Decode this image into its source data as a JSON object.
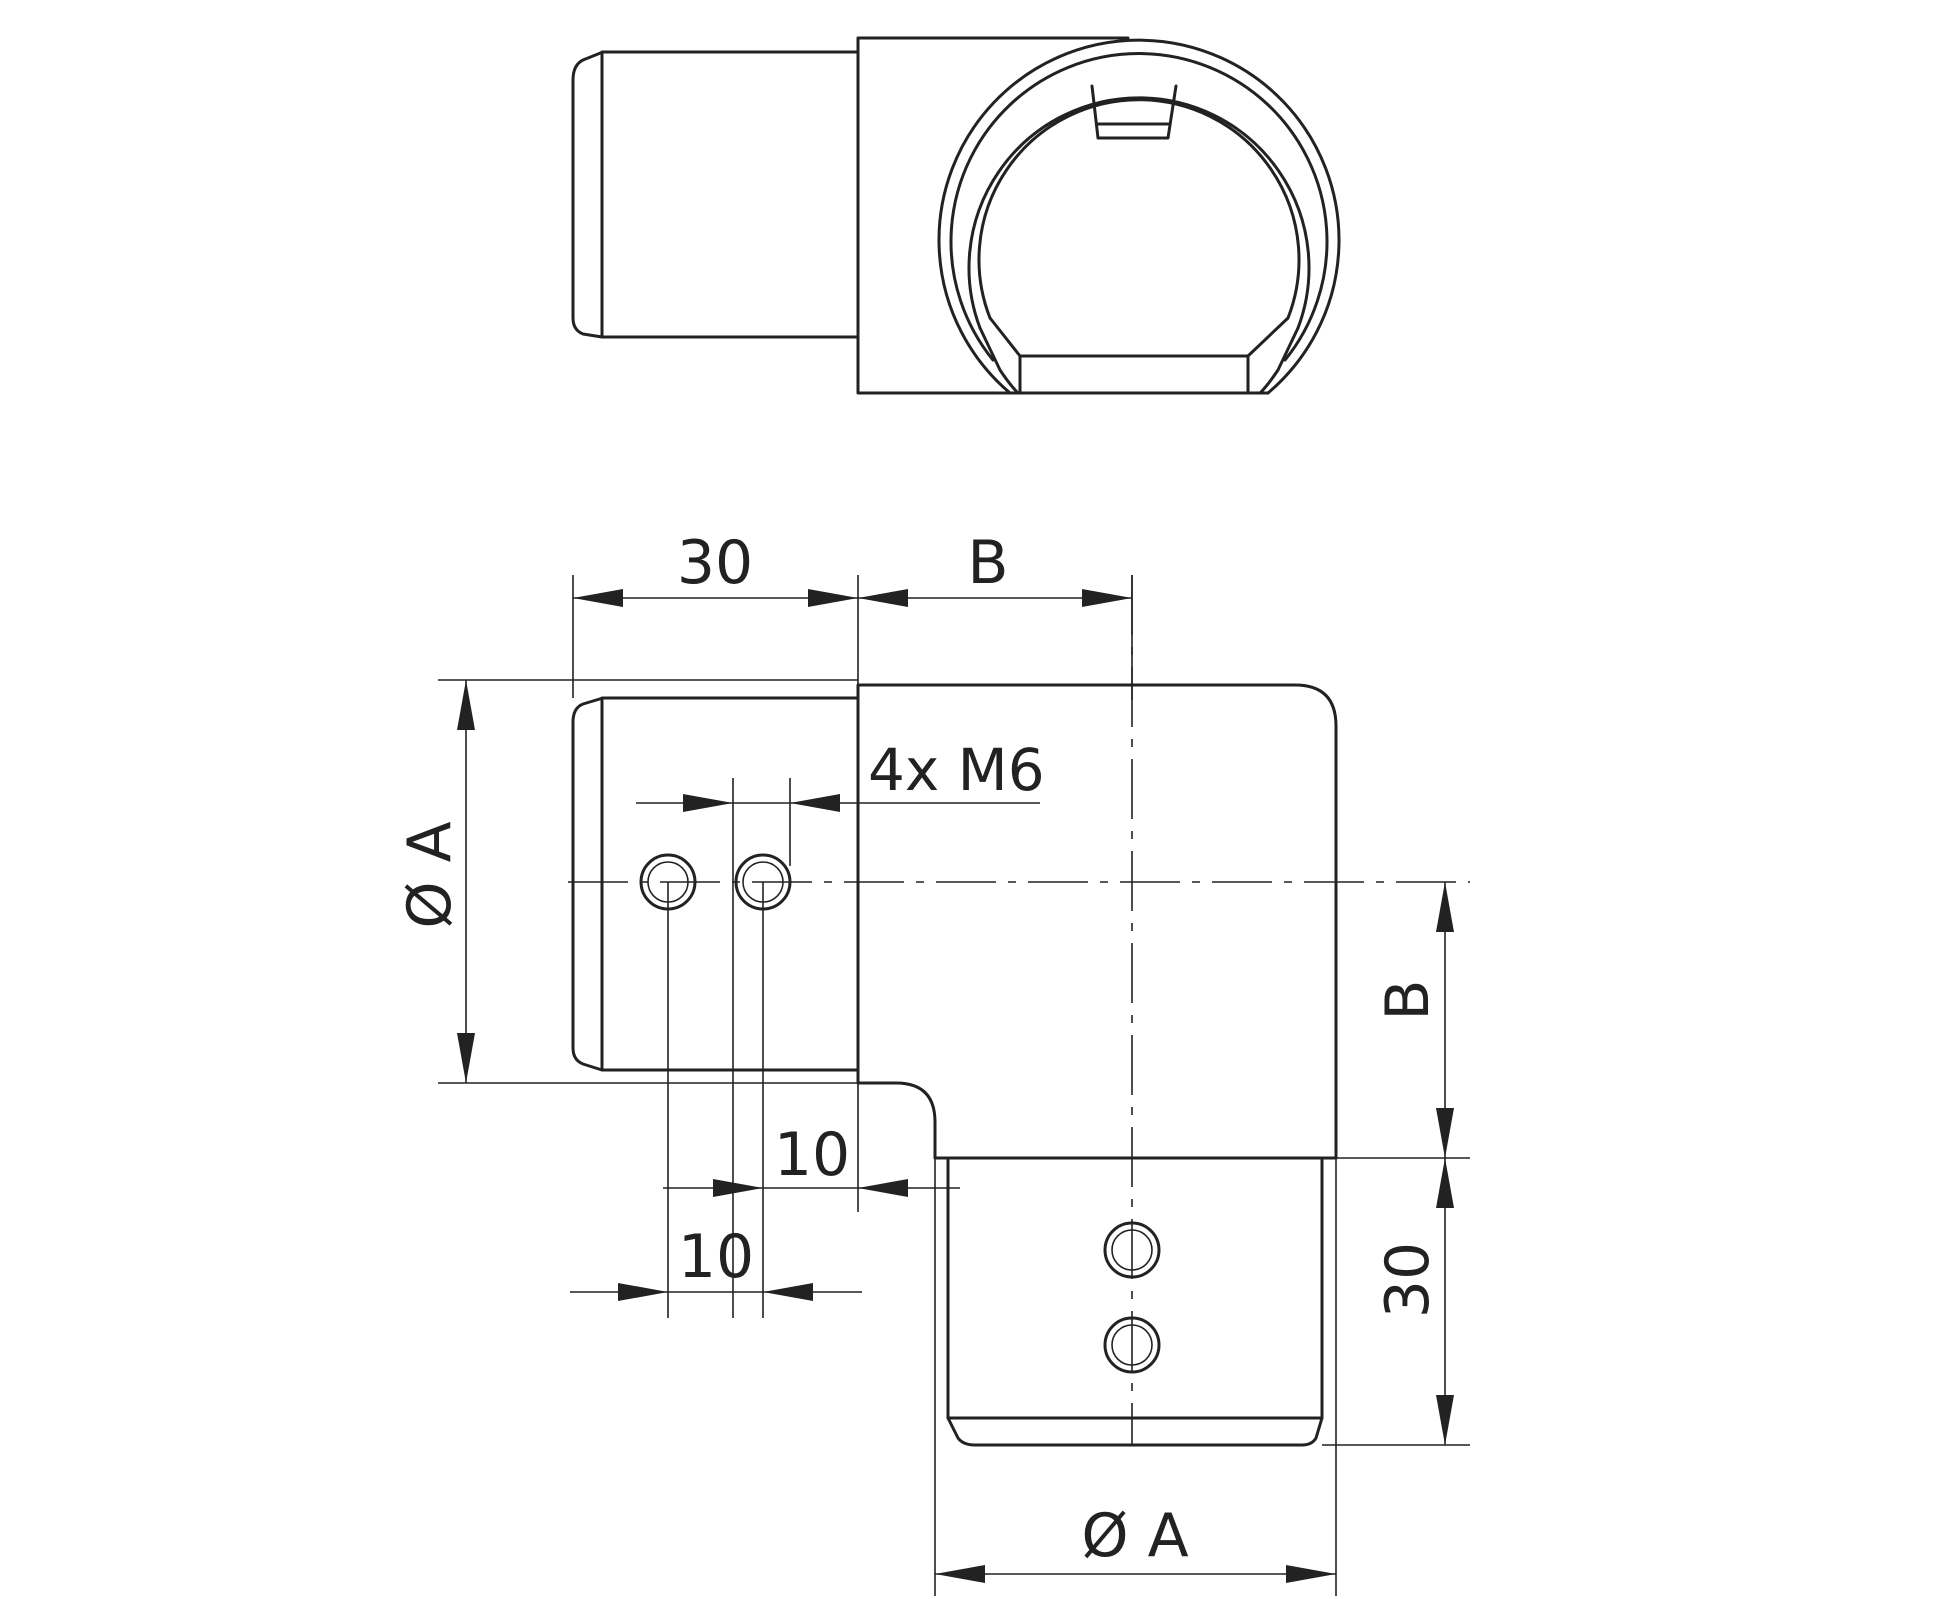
{
  "labels": {
    "width_30": "30",
    "width_b": "B",
    "diameter_a_left": "Ø A",
    "thread_callout": "4x M6",
    "height_b": "B",
    "offset_10_upper": "10",
    "offset_10_lower": "10",
    "depth_30": "30",
    "diameter_a_bottom": "Ø A"
  },
  "colors": {
    "line": "#222222",
    "background": "#ffffff"
  }
}
